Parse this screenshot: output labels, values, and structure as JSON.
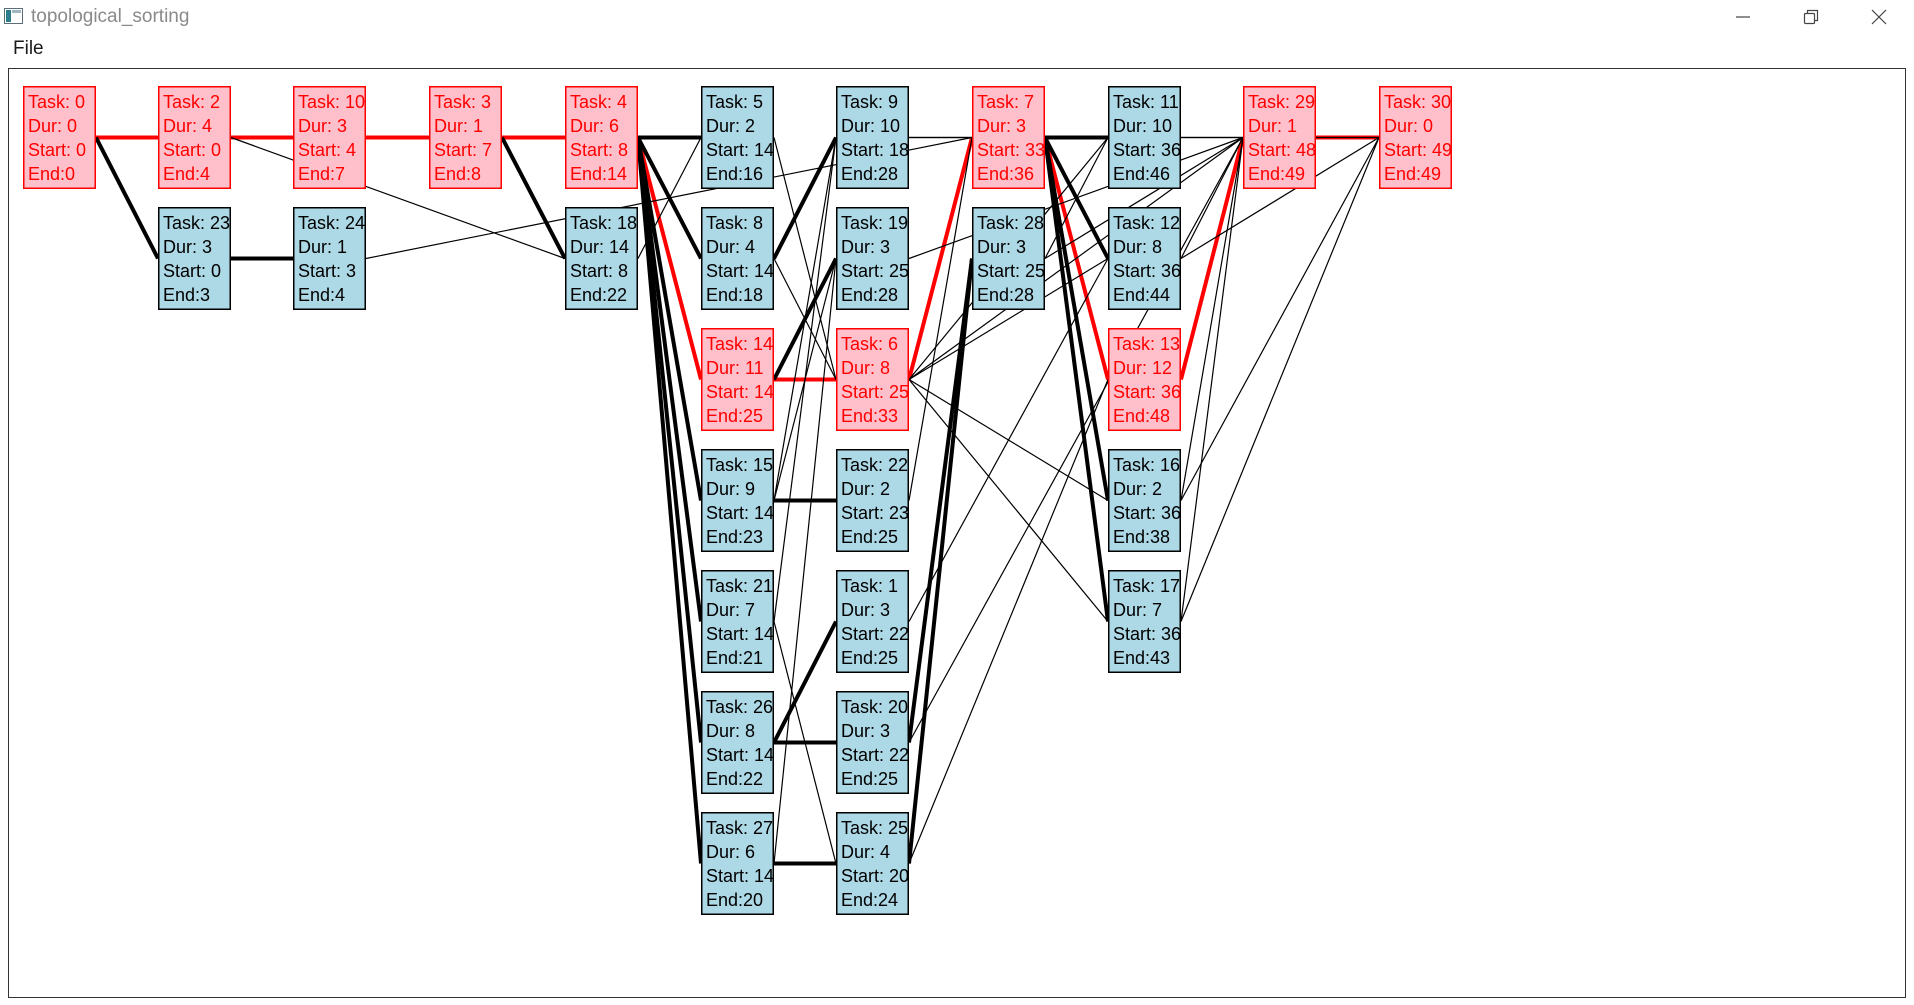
{
  "window": {
    "title": "topological_sorting",
    "icon": "app-window-icon",
    "controls": [
      "minimize-icon",
      "maximize-icon",
      "close-icon"
    ]
  },
  "menu": {
    "file_label": "File"
  },
  "colors": {
    "critical_stroke": "#ff0000",
    "critical_fill": "#ffc0cb",
    "normal_stroke": "#000000",
    "normal_fill": "#add8e6",
    "thin_edge": "#000000"
  },
  "nodes": [
    {
      "id": 0,
      "dur": 0,
      "start": 0,
      "end": 0,
      "critical": true
    },
    {
      "id": 2,
      "dur": 4,
      "start": 0,
      "end": 4,
      "critical": true
    },
    {
      "id": 10,
      "dur": 3,
      "start": 4,
      "end": 7,
      "critical": true
    },
    {
      "id": 3,
      "dur": 1,
      "start": 7,
      "end": 8,
      "critical": true
    },
    {
      "id": 4,
      "dur": 6,
      "start": 8,
      "end": 14,
      "critical": true
    },
    {
      "id": 5,
      "dur": 2,
      "start": 14,
      "end": 16,
      "critical": false
    },
    {
      "id": 9,
      "dur": 10,
      "start": 18,
      "end": 28,
      "critical": false
    },
    {
      "id": 7,
      "dur": 3,
      "start": 33,
      "end": 36,
      "critical": true
    },
    {
      "id": 11,
      "dur": 10,
      "start": 36,
      "end": 46,
      "critical": false
    },
    {
      "id": 29,
      "dur": 1,
      "start": 48,
      "end": 49,
      "critical": true
    },
    {
      "id": 30,
      "dur": 0,
      "start": 49,
      "end": 49,
      "critical": true
    },
    {
      "id": 23,
      "dur": 3,
      "start": 0,
      "end": 3,
      "critical": false
    },
    {
      "id": 24,
      "dur": 1,
      "start": 3,
      "end": 4,
      "critical": false
    },
    {
      "id": 18,
      "dur": 14,
      "start": 8,
      "end": 22,
      "critical": false
    },
    {
      "id": 8,
      "dur": 4,
      "start": 14,
      "end": 18,
      "critical": false
    },
    {
      "id": 19,
      "dur": 3,
      "start": 25,
      "end": 28,
      "critical": false
    },
    {
      "id": 28,
      "dur": 3,
      "start": 25,
      "end": 28,
      "critical": false
    },
    {
      "id": 12,
      "dur": 8,
      "start": 36,
      "end": 44,
      "critical": false
    },
    {
      "id": 14,
      "dur": 11,
      "start": 14,
      "end": 25,
      "critical": true
    },
    {
      "id": 6,
      "dur": 8,
      "start": 25,
      "end": 33,
      "critical": true
    },
    {
      "id": 13,
      "dur": 12,
      "start": 36,
      "end": 48,
      "critical": true
    },
    {
      "id": 15,
      "dur": 9,
      "start": 14,
      "end": 23,
      "critical": false
    },
    {
      "id": 22,
      "dur": 2,
      "start": 23,
      "end": 25,
      "critical": false
    },
    {
      "id": 16,
      "dur": 2,
      "start": 36,
      "end": 38,
      "critical": false
    },
    {
      "id": 21,
      "dur": 7,
      "start": 14,
      "end": 21,
      "critical": false
    },
    {
      "id": 1,
      "dur": 3,
      "start": 22,
      "end": 25,
      "critical": false
    },
    {
      "id": 17,
      "dur": 7,
      "start": 36,
      "end": 43,
      "critical": false
    },
    {
      "id": 26,
      "dur": 8,
      "start": 14,
      "end": 22,
      "critical": false
    },
    {
      "id": 20,
      "dur": 3,
      "start": 22,
      "end": 25,
      "critical": false
    },
    {
      "id": 27,
      "dur": 6,
      "start": 14,
      "end": 20,
      "critical": false
    },
    {
      "id": 25,
      "dur": 4,
      "start": 20,
      "end": 24,
      "critical": false
    }
  ],
  "edges": [
    {
      "from": 0,
      "to": 2,
      "kind": "critical"
    },
    {
      "from": 2,
      "to": 10,
      "kind": "critical"
    },
    {
      "from": 10,
      "to": 3,
      "kind": "critical"
    },
    {
      "from": 3,
      "to": 4,
      "kind": "critical"
    },
    {
      "from": 4,
      "to": 14,
      "kind": "critical"
    },
    {
      "from": 14,
      "to": 6,
      "kind": "critical"
    },
    {
      "from": 6,
      "to": 7,
      "kind": "critical"
    },
    {
      "from": 7,
      "to": 13,
      "kind": "critical"
    },
    {
      "from": 13,
      "to": 29,
      "kind": "critical"
    },
    {
      "from": 29,
      "to": 30,
      "kind": "critical"
    },
    {
      "from": 0,
      "to": 23,
      "kind": "bold"
    },
    {
      "from": 23,
      "to": 24,
      "kind": "bold"
    },
    {
      "from": 3,
      "to": 18,
      "kind": "bold"
    },
    {
      "from": 4,
      "to": 5,
      "kind": "bold"
    },
    {
      "from": 4,
      "to": 8,
      "kind": "bold"
    },
    {
      "from": 4,
      "to": 15,
      "kind": "bold"
    },
    {
      "from": 4,
      "to": 21,
      "kind": "bold"
    },
    {
      "from": 4,
      "to": 26,
      "kind": "bold"
    },
    {
      "from": 4,
      "to": 27,
      "kind": "bold"
    },
    {
      "from": 8,
      "to": 9,
      "kind": "bold"
    },
    {
      "from": 14,
      "to": 19,
      "kind": "bold"
    },
    {
      "from": 15,
      "to": 22,
      "kind": "bold"
    },
    {
      "from": 26,
      "to": 1,
      "kind": "bold"
    },
    {
      "from": 26,
      "to": 20,
      "kind": "bold"
    },
    {
      "from": 27,
      "to": 25,
      "kind": "bold"
    },
    {
      "from": 20,
      "to": 28,
      "kind": "bold"
    },
    {
      "from": 25,
      "to": 28,
      "kind": "bold"
    },
    {
      "from": 7,
      "to": 11,
      "kind": "bold"
    },
    {
      "from": 7,
      "to": 12,
      "kind": "bold"
    },
    {
      "from": 7,
      "to": 16,
      "kind": "bold"
    },
    {
      "from": 7,
      "to": 17,
      "kind": "bold"
    },
    {
      "from": 2,
      "to": 18,
      "kind": "thin"
    },
    {
      "from": 24,
      "to": 7,
      "kind": "thin"
    },
    {
      "from": 18,
      "to": 5,
      "kind": "thin"
    },
    {
      "from": 5,
      "to": 6,
      "kind": "thin"
    },
    {
      "from": 9,
      "to": 11,
      "kind": "thin"
    },
    {
      "from": 9,
      "to": 29,
      "kind": "thin"
    },
    {
      "from": 8,
      "to": 6,
      "kind": "thin"
    },
    {
      "from": 15,
      "to": 9,
      "kind": "thin"
    },
    {
      "from": 15,
      "to": 19,
      "kind": "thin"
    },
    {
      "from": 21,
      "to": 9,
      "kind": "thin"
    },
    {
      "from": 21,
      "to": 25,
      "kind": "thin"
    },
    {
      "from": 27,
      "to": 19,
      "kind": "thin"
    },
    {
      "from": 22,
      "to": 7,
      "kind": "thin"
    },
    {
      "from": 1,
      "to": 12,
      "kind": "thin"
    },
    {
      "from": 20,
      "to": 29,
      "kind": "thin"
    },
    {
      "from": 25,
      "to": 13,
      "kind": "thin"
    },
    {
      "from": 19,
      "to": 29,
      "kind": "thin"
    },
    {
      "from": 6,
      "to": 11,
      "kind": "thin"
    },
    {
      "from": 6,
      "to": 12,
      "kind": "thin"
    },
    {
      "from": 6,
      "to": 16,
      "kind": "thin"
    },
    {
      "from": 6,
      "to": 17,
      "kind": "thin"
    },
    {
      "from": 6,
      "to": 29,
      "kind": "thin"
    },
    {
      "from": 28,
      "to": 11,
      "kind": "thin"
    },
    {
      "from": 28,
      "to": 29,
      "kind": "thin"
    },
    {
      "from": 12,
      "to": 29,
      "kind": "thin"
    },
    {
      "from": 16,
      "to": 29,
      "kind": "thin"
    },
    {
      "from": 17,
      "to": 29,
      "kind": "thin"
    },
    {
      "from": 11,
      "to": 30,
      "kind": "thin"
    },
    {
      "from": 12,
      "to": 30,
      "kind": "thin"
    },
    {
      "from": 16,
      "to": 30,
      "kind": "thin"
    },
    {
      "from": 17,
      "to": 30,
      "kind": "thin"
    }
  ]
}
